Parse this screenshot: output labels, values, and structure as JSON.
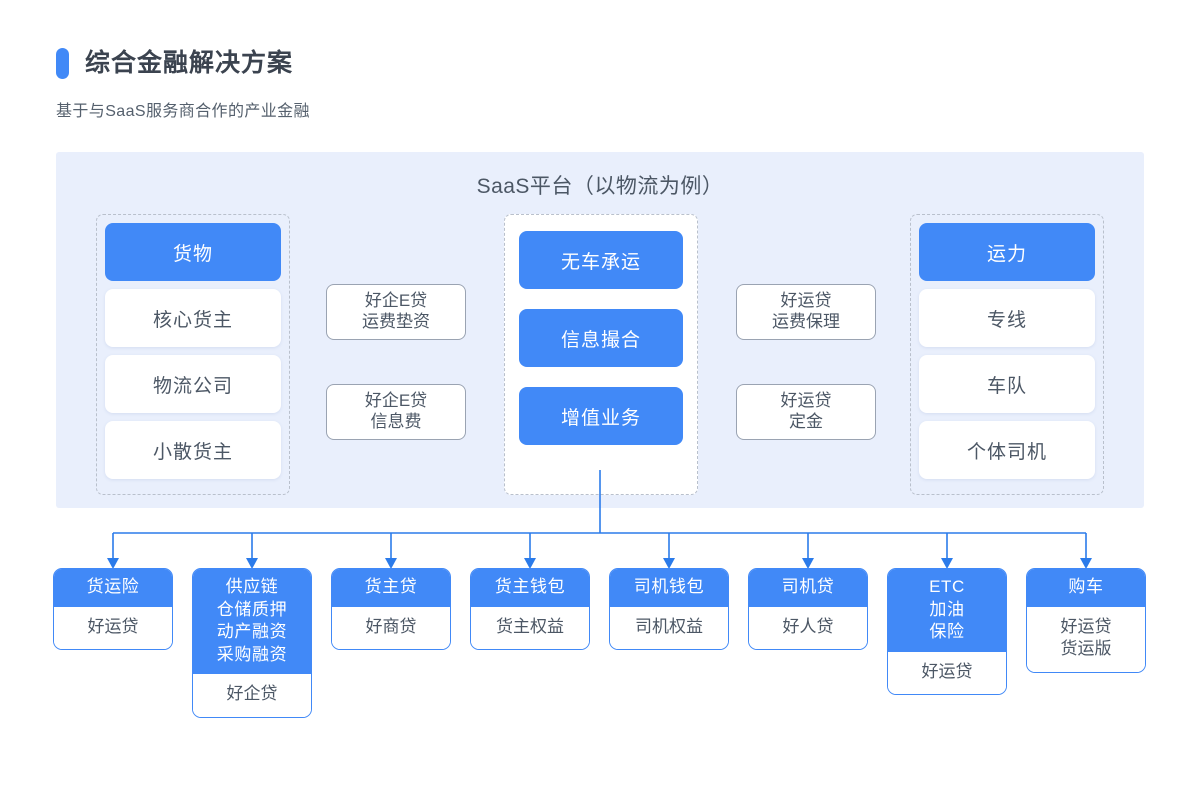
{
  "header": {
    "title": "综合金融解决方案",
    "subtitle": "基于与SaaS服务商合作的产业金融",
    "marker_color": "#4189f7"
  },
  "panel": {
    "title": "SaaS平台（以物流为例）",
    "background": "#e9effc",
    "accent": "#4189f7",
    "groups": {
      "left": [
        {
          "label": "货物",
          "style": "head"
        },
        {
          "label": "核心货主",
          "style": "plain"
        },
        {
          "label": "物流公司",
          "style": "plain"
        },
        {
          "label": "小散货主",
          "style": "plain"
        }
      ],
      "center": [
        {
          "label": "无车承运",
          "style": "blue"
        },
        {
          "label": "信息撮合",
          "style": "blue"
        },
        {
          "label": "增值业务",
          "style": "blue"
        }
      ],
      "right": [
        {
          "label": "运力",
          "style": "head"
        },
        {
          "label": "专线",
          "style": "plain"
        },
        {
          "label": "车队",
          "style": "plain"
        },
        {
          "label": "个体司机",
          "style": "plain"
        }
      ]
    },
    "pills": [
      {
        "line1": "好企E贷",
        "line2": "运费垫资"
      },
      {
        "line1": "好企E贷",
        "line2": "信息费"
      },
      {
        "line1": "好运贷",
        "line2": "运费保理"
      },
      {
        "line1": "好运贷",
        "line2": "定金"
      }
    ]
  },
  "cards": [
    {
      "head": [
        "货运险"
      ],
      "body": [
        "好运贷"
      ]
    },
    {
      "head": [
        "供应链",
        "仓储质押",
        "动产融资",
        "采购融资"
      ],
      "body": [
        "好企贷"
      ]
    },
    {
      "head": [
        "货主贷"
      ],
      "body": [
        "好商贷"
      ]
    },
    {
      "head": [
        "货主钱包"
      ],
      "body": [
        "货主权益"
      ]
    },
    {
      "head": [
        "司机钱包"
      ],
      "body": [
        "司机权益"
      ]
    },
    {
      "head": [
        "司机贷"
      ],
      "body": [
        "好人贷"
      ]
    },
    {
      "head": [
        "ETC",
        "加油",
        "保险"
      ],
      "body": [
        "好运贷"
      ]
    },
    {
      "head": [
        "购车"
      ],
      "body": [
        "好运贷",
        "货运版"
      ]
    }
  ]
}
